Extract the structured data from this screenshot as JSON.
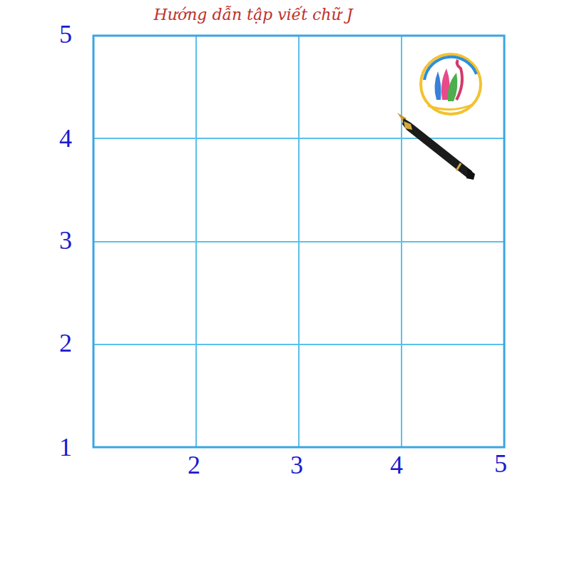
{
  "diagram": {
    "title": "Hướng dẫn tập viết chữ J",
    "labels": [
      "5",
      "4",
      "3",
      "2",
      "1",
      "2",
      "3",
      "4",
      "5"
    ]
  }
}
